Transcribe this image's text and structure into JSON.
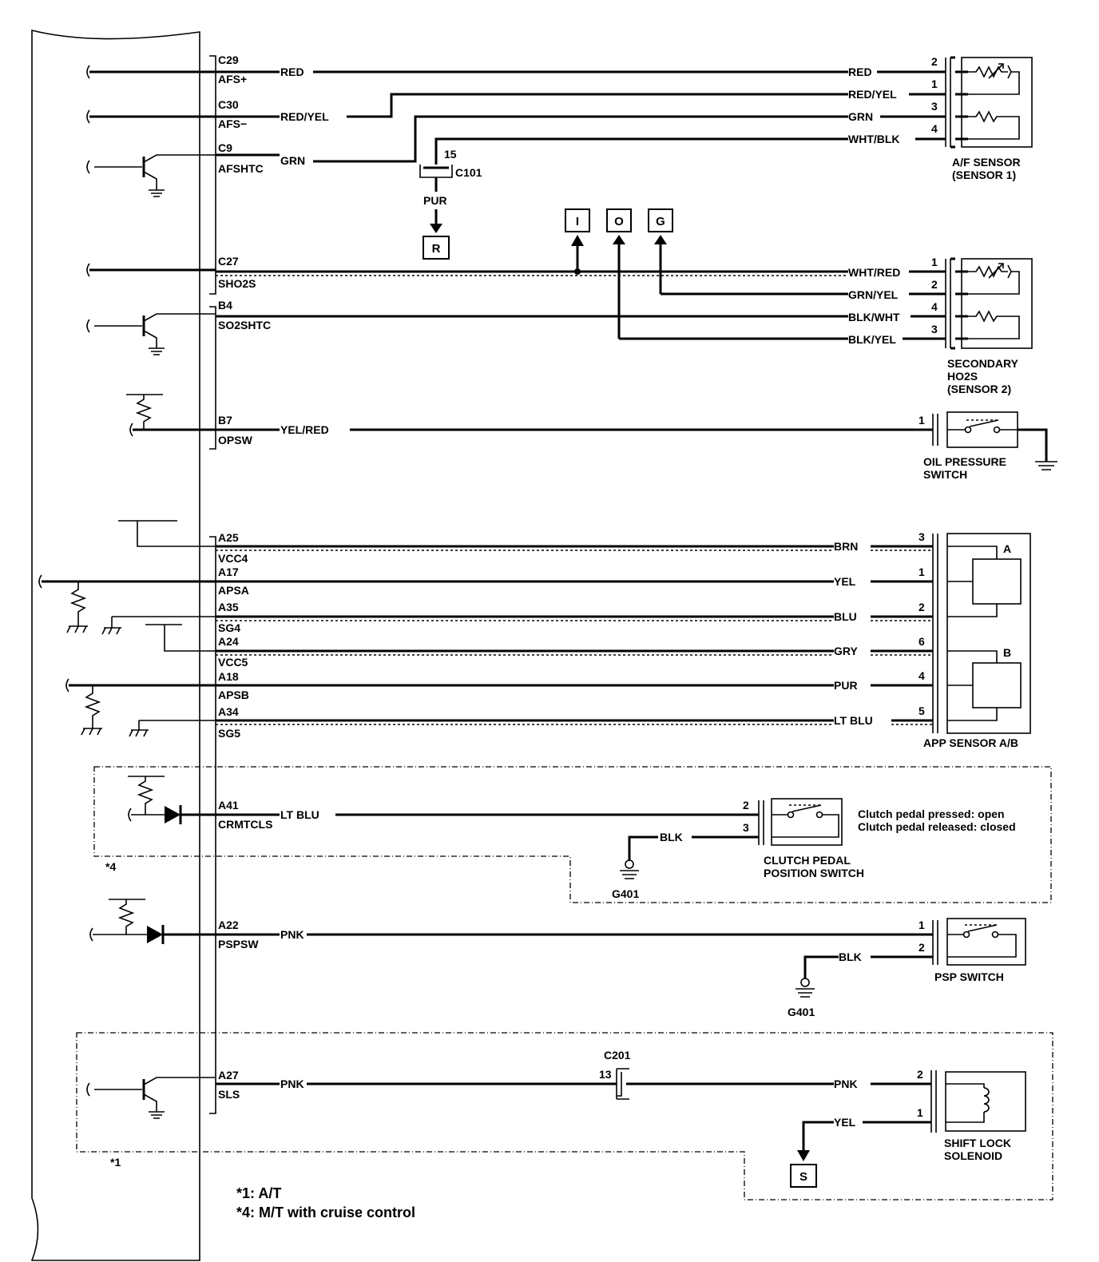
{
  "ecm_pins": [
    {
      "pin": "C29",
      "name": "AFS+",
      "wire": "RED"
    },
    {
      "pin": "C30",
      "name": "AFS−",
      "wire": "RED/YEL"
    },
    {
      "pin": "C9",
      "name": "AFSHTC",
      "wire": "GRN"
    },
    {
      "pin": "C27",
      "name": "SHO2S",
      "wire": ""
    },
    {
      "pin": "B4",
      "name": "SO2SHTC",
      "wire": ""
    },
    {
      "pin": "B7",
      "name": "OPSW",
      "wire": "YEL/RED"
    },
    {
      "pin": "A25",
      "name": "VCC4",
      "wire": ""
    },
    {
      "pin": "A17",
      "name": "APSA",
      "wire": ""
    },
    {
      "pin": "A35",
      "name": "SG4",
      "wire": ""
    },
    {
      "pin": "A24",
      "name": "VCC5",
      "wire": ""
    },
    {
      "pin": "A18",
      "name": "APSB",
      "wire": ""
    },
    {
      "pin": "A34",
      "name": "SG5",
      "wire": ""
    },
    {
      "pin": "A41",
      "name": "CRMTCLS",
      "wire": "LT BLU"
    },
    {
      "pin": "A22",
      "name": "PSPSW",
      "wire": "PNK"
    },
    {
      "pin": "A27",
      "name": "SLS",
      "wire": "PNK"
    }
  ],
  "af_sensor": {
    "label_line1": "A/F SENSOR",
    "label_line2": "(SENSOR 1)",
    "wires": [
      {
        "term": "2",
        "color": "RED"
      },
      {
        "term": "1",
        "color": "RED/YEL"
      },
      {
        "term": "3",
        "color": "GRN"
      },
      {
        "term": "4",
        "color": "WHT/BLK"
      }
    ]
  },
  "c101": {
    "connector": "C101",
    "terminal": "15",
    "wire": "PUR",
    "ref": "R"
  },
  "refs": {
    "i": "I",
    "o": "O",
    "g": "G",
    "s": "S"
  },
  "secondary_ho2s": {
    "label_line1": "SECONDARY",
    "label_line2": "HO2S",
    "label_line3": "(SENSOR 2)",
    "wires": [
      {
        "term": "1",
        "color": "WHT/RED"
      },
      {
        "term": "2",
        "color": "GRN/YEL"
      },
      {
        "term": "4",
        "color": "BLK/WHT"
      },
      {
        "term": "3",
        "color": "BLK/YEL"
      }
    ]
  },
  "oil_pressure_switch": {
    "label_line1": "OIL PRESSURE",
    "label_line2": "SWITCH",
    "term": "1"
  },
  "app_sensor": {
    "label": "APP SENSOR A/B",
    "sub_a": "A",
    "sub_b": "B",
    "wires": [
      {
        "term": "3",
        "color": "BRN"
      },
      {
        "term": "1",
        "color": "YEL"
      },
      {
        "term": "2",
        "color": "BLU"
      },
      {
        "term": "6",
        "color": "GRY"
      },
      {
        "term": "4",
        "color": "PUR"
      },
      {
        "term": "5",
        "color": "LT BLU"
      }
    ]
  },
  "clutch_switch": {
    "label_line1": "CLUTCH PEDAL",
    "label_line2": "POSITION SWITCH",
    "term_in": "2",
    "term_gnd": "3",
    "gnd_wire": "BLK",
    "ground": "G401",
    "note_line1": "Clutch pedal pressed: open",
    "note_line2": "Clutch pedal released: closed"
  },
  "psp_switch": {
    "label": "PSP SWITCH",
    "term_in": "1",
    "term_gnd": "2",
    "gnd_wire": "BLK",
    "ground": "G401"
  },
  "c201": {
    "connector": "C201",
    "terminal": "13"
  },
  "shift_lock": {
    "label_line1": "SHIFT LOCK",
    "label_line2": "SOLENOID",
    "term_in": "2",
    "term_out": "1",
    "wire_in": "PNK",
    "wire_out": "YEL"
  },
  "marks": {
    "m4": "*4",
    "m1": "*1"
  },
  "footnotes": [
    "*1: A/T",
    "*4: M/T with cruise control"
  ]
}
